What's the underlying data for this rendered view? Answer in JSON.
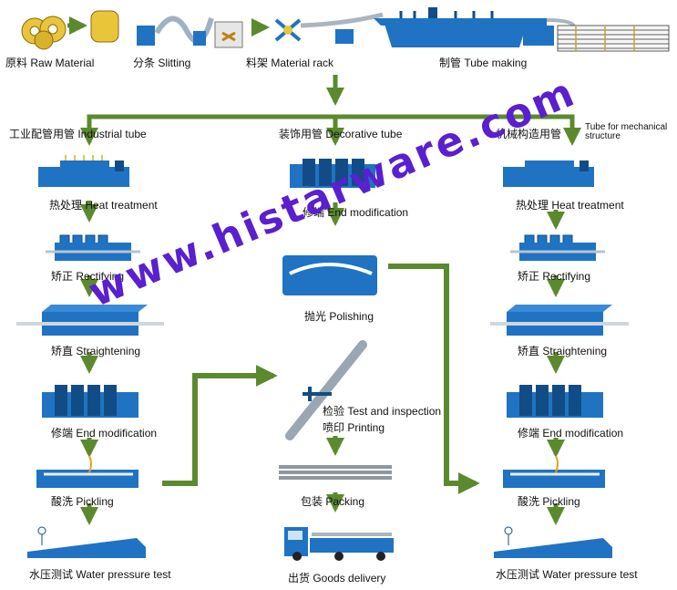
{
  "colors": {
    "machine": "#1f73c2",
    "machine_dark": "#124c86",
    "arrow": "#5b8a2e",
    "watermark": "#5a1fcf"
  },
  "top_row": [
    {
      "label": "原料 Raw Material"
    },
    {
      "label": "分条  Slitting"
    },
    {
      "label": "料架  Material rack"
    },
    {
      "label": "制管  Tube making"
    }
  ],
  "branches": {
    "industrial": {
      "title": "工业配管用管  Industrial tube",
      "steps": [
        "热处理    Heat treatment",
        "矫正       Rectifying",
        "矫直       Straightening",
        "修端       End modification",
        "酸洗       Pickling",
        "水压测试 Water pressure test"
      ]
    },
    "decorative": {
      "title": "装饰用管    Decorative tube",
      "steps": [
        "修端    End modification",
        "抛光    Polishing",
        "检验  Test and inspection",
        "喷印  Printing",
        "包装    Packing",
        "出货  Goods delivery"
      ]
    },
    "mechanical": {
      "title": "机械构造用管",
      "title_en": "Tube for mechanical structure",
      "steps": [
        "热处理    Heat treatment",
        "矫正       Rectifying",
        "矫直       Straightening",
        "修端       End modification",
        "酸洗       Pickling",
        "水压测试 Water pressure test"
      ]
    }
  },
  "watermark": "www.histarware.com"
}
